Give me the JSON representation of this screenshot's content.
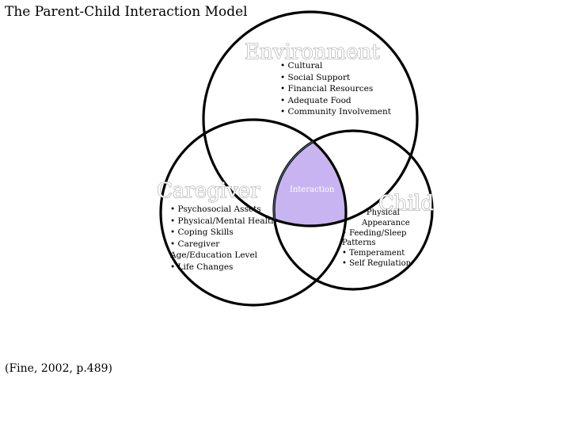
{
  "title": "The Parent-Child Interaction Model",
  "citation": "(Fine, 2002, p.489)",
  "colors": {
    "intersection_fill": "#c8b4f0",
    "circle_stroke": "#000000",
    "label_outline": "#9a9a9a"
  },
  "environment": {
    "label": "Environment",
    "items": [
      "• Cultural",
      "• Social Support",
      "• Financial Resources",
      "• Adequate Food",
      "• Community Involvement"
    ]
  },
  "caregiver": {
    "label": "Caregiver",
    "items": [
      "• Psychosocial Assets",
      "• Physical/Mental Health",
      "• Coping Skills",
      "• Caregiver Age/Education Level",
      "• Life Changes"
    ]
  },
  "child": {
    "label": "Child",
    "items": [
      "•Physical Appearance",
      "• Feeding/Sleep Patterns",
      "• Temperament",
      "• Self Regulation"
    ]
  },
  "interaction": {
    "label": "Interaction"
  }
}
